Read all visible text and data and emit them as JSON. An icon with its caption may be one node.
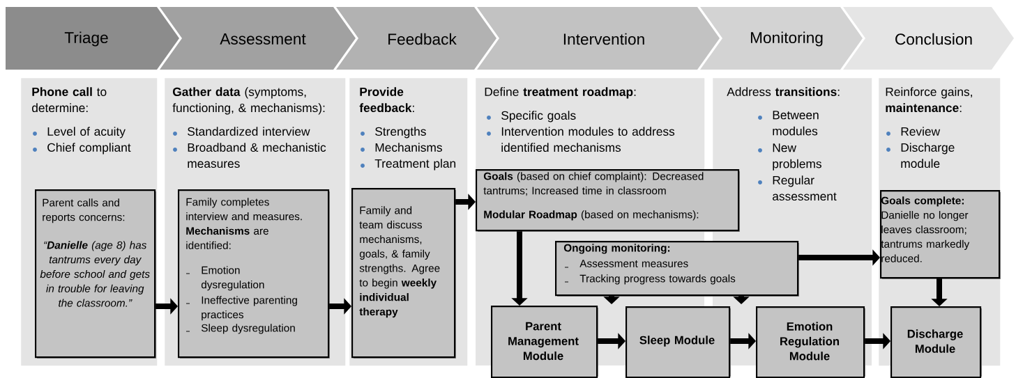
{
  "diagram": {
    "nodes": [
      {
        "text": [
          "Triage"
        ]
      },
      {
        "text": [
          "Assessment"
        ]
      },
      {
        "text": [
          "Feedback"
        ]
      },
      {
        "text": [
          "Intervention"
        ]
      },
      {
        "text": [
          "Monitoring"
        ]
      },
      {
        "text": [
          "Conclusion"
        ]
      },
      {
        "text": [
          "**Phone call** to determine:",
          "Level of acuity",
          "Chief compliant"
        ]
      },
      {
        "text": [
          "**Gather data** (symptoms, functioning, & mechanisms):",
          "Standardized interview",
          "Broadband & mechanistic measures"
        ]
      },
      {
        "text": [
          "**Provide feedback**:",
          "Strengths",
          "Mechanisms",
          "Treatment plan"
        ]
      },
      {
        "text": [
          "Define **treatment roadmap**:",
          "Specific goals",
          "Intervention modules to address identified mechanisms"
        ]
      },
      {
        "text": [
          "Address **transitions**:",
          "Between modules",
          "New problems",
          "Regular assessment"
        ]
      },
      {
        "text": [
          "Reinforce gains, **maintenance**:",
          "Review",
          "Discharge module"
        ]
      },
      {
        "text": [
          "Parent calls and reports concerns:",
          "“**Danielle** (age 8) has tantrums every day before school and gets in trouble for leaving the classroom.”"
        ],
        "in": 6
      },
      {
        "text": [
          "Family completes interview and measures. **Mechanisms** are identified:",
          "Emotion dysregulation",
          "Ineffective parenting practices",
          "Sleep dysregulation"
        ],
        "in": 7
      },
      {
        "text": [
          "Family and team discuss mechanisms, goals, & family strengths. Agree to begin **weekly individual therapy**"
        ],
        "in": 8
      },
      {
        "text": [
          "**Goals** (based on chief complaint): Decreased tantrums; Increased time in classroom",
          "**Modular Roadmap** (based on mechanisms):"
        ]
      },
      {
        "text": [
          "Ongoing monitoring:",
          "Assessment measures",
          "Tracking progress towards goals"
        ]
      },
      {
        "text": [
          "**Goals complete:** Danielle no longer leaves classroom; tantrums markedly reduced."
        ],
        "in": 11
      },
      {
        "text": [
          "Parent Management Module"
        ]
      },
      {
        "text": [
          "Sleep Module"
        ]
      },
      {
        "text": [
          "Emotion Regulation Module"
        ]
      },
      {
        "text": [
          "Discharge Module"
        ]
      }
    ],
    "edges": [
      {
        "from": 12,
        "to": 13,
        "arrow": "to"
      },
      {
        "from": 13,
        "to": 14,
        "arrow": "to"
      },
      {
        "from": 14,
        "to": 15,
        "arrow": "to"
      },
      {
        "from": 15,
        "to": 18,
        "arrow": "to"
      },
      {
        "from": 16,
        "to": null,
        "arrow": "to"
      },
      {
        "from": 16,
        "to": null,
        "arrow": "to"
      },
      {
        "from": 16,
        "to": 17,
        "arrow": "to"
      },
      {
        "from": 17,
        "to": 21,
        "arrow": "to"
      },
      {
        "from": 18,
        "to": 19,
        "arrow": "to"
      },
      {
        "from": 19,
        "to": 20,
        "arrow": "to"
      },
      {
        "from": 20,
        "to": 21,
        "arrow": "to"
      }
    ]
  }
}
